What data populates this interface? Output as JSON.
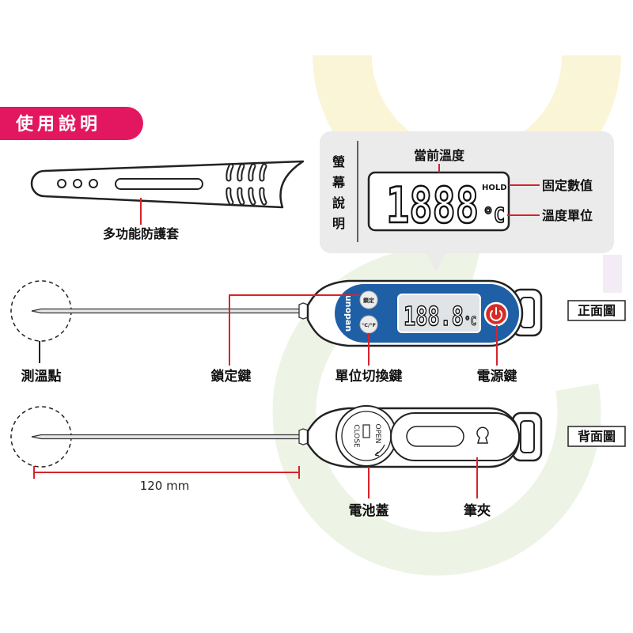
{
  "banner": {
    "title": "使用說明"
  },
  "sheath": {
    "label": "多功能防護套"
  },
  "screen_panel": {
    "title_chars": [
      "螢",
      "幕",
      "說",
      "明"
    ],
    "display_digits": "1888",
    "hold": "HOLD",
    "unit": "°C",
    "labels": {
      "current_temp": "當前溫度",
      "hold_value": "固定數值",
      "temp_unit": "溫度單位"
    }
  },
  "front_view": {
    "tag": "正面圖",
    "brand": "unopan",
    "lock_button": "鎖定",
    "unit_button": "°C/°F",
    "lcd_digits": "188.8",
    "lcd_unit": "°C",
    "labels": {
      "probe_tip": "測溫點",
      "lock_key": "鎖定鍵",
      "unit_key": "單位切換鍵",
      "power_key": "電源鍵"
    }
  },
  "back_view": {
    "tag": "背面圖",
    "battery_open": "OPEN",
    "battery_close": "CLOSE",
    "length": "120 mm",
    "labels": {
      "battery_cover": "電池蓋",
      "pen_clip": "筆夾"
    }
  },
  "colors": {
    "banner": "#e3175f",
    "callout_line": "#d8232a",
    "face_panel": "#1f5fa6",
    "power_button": "#d92b25",
    "screen_panel_bg": "#ebebeb",
    "bg_yellow": "#fbf5d8",
    "bg_green": "#edf4e6",
    "bg_lavender": "#f3ebf5"
  },
  "icons": [
    "power-icon",
    "keyhole-icon",
    "rotate-arrow-icon"
  ]
}
